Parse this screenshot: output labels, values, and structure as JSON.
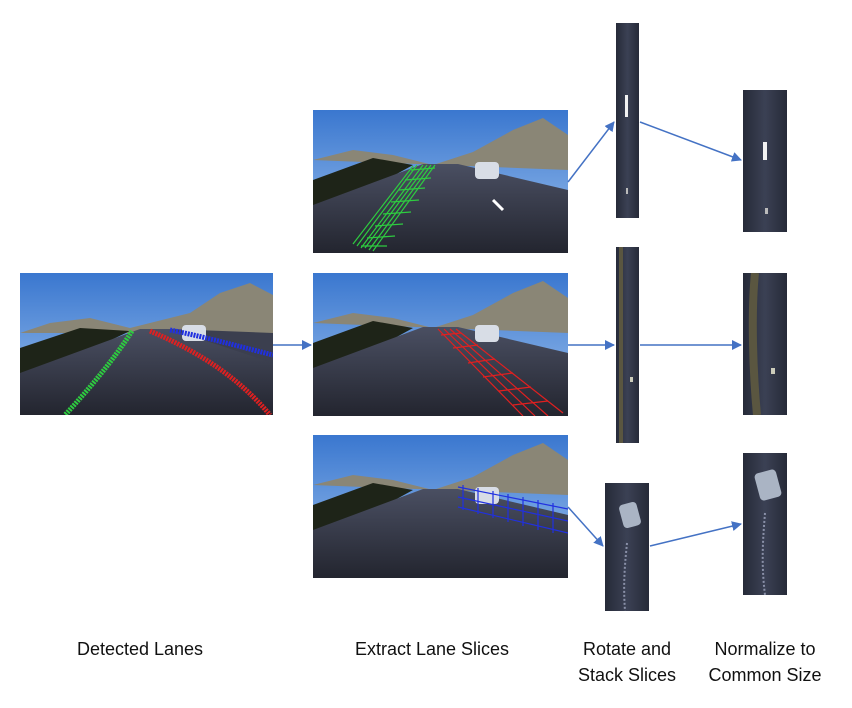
{
  "labels": {
    "detected": "Detected Lanes",
    "extract": "Extract Lane Slices",
    "rotate_1": "Rotate and",
    "rotate_2": "Stack Slices",
    "normalize_1": "Normalize to",
    "normalize_2": "Common Size"
  },
  "colors": {
    "arrow": "#4472c4",
    "lane_green": "#2ecc40",
    "lane_red": "#e02020",
    "lane_blue": "#2030e0",
    "sky": "#3f7fd0",
    "road": "#2b2d3a"
  }
}
